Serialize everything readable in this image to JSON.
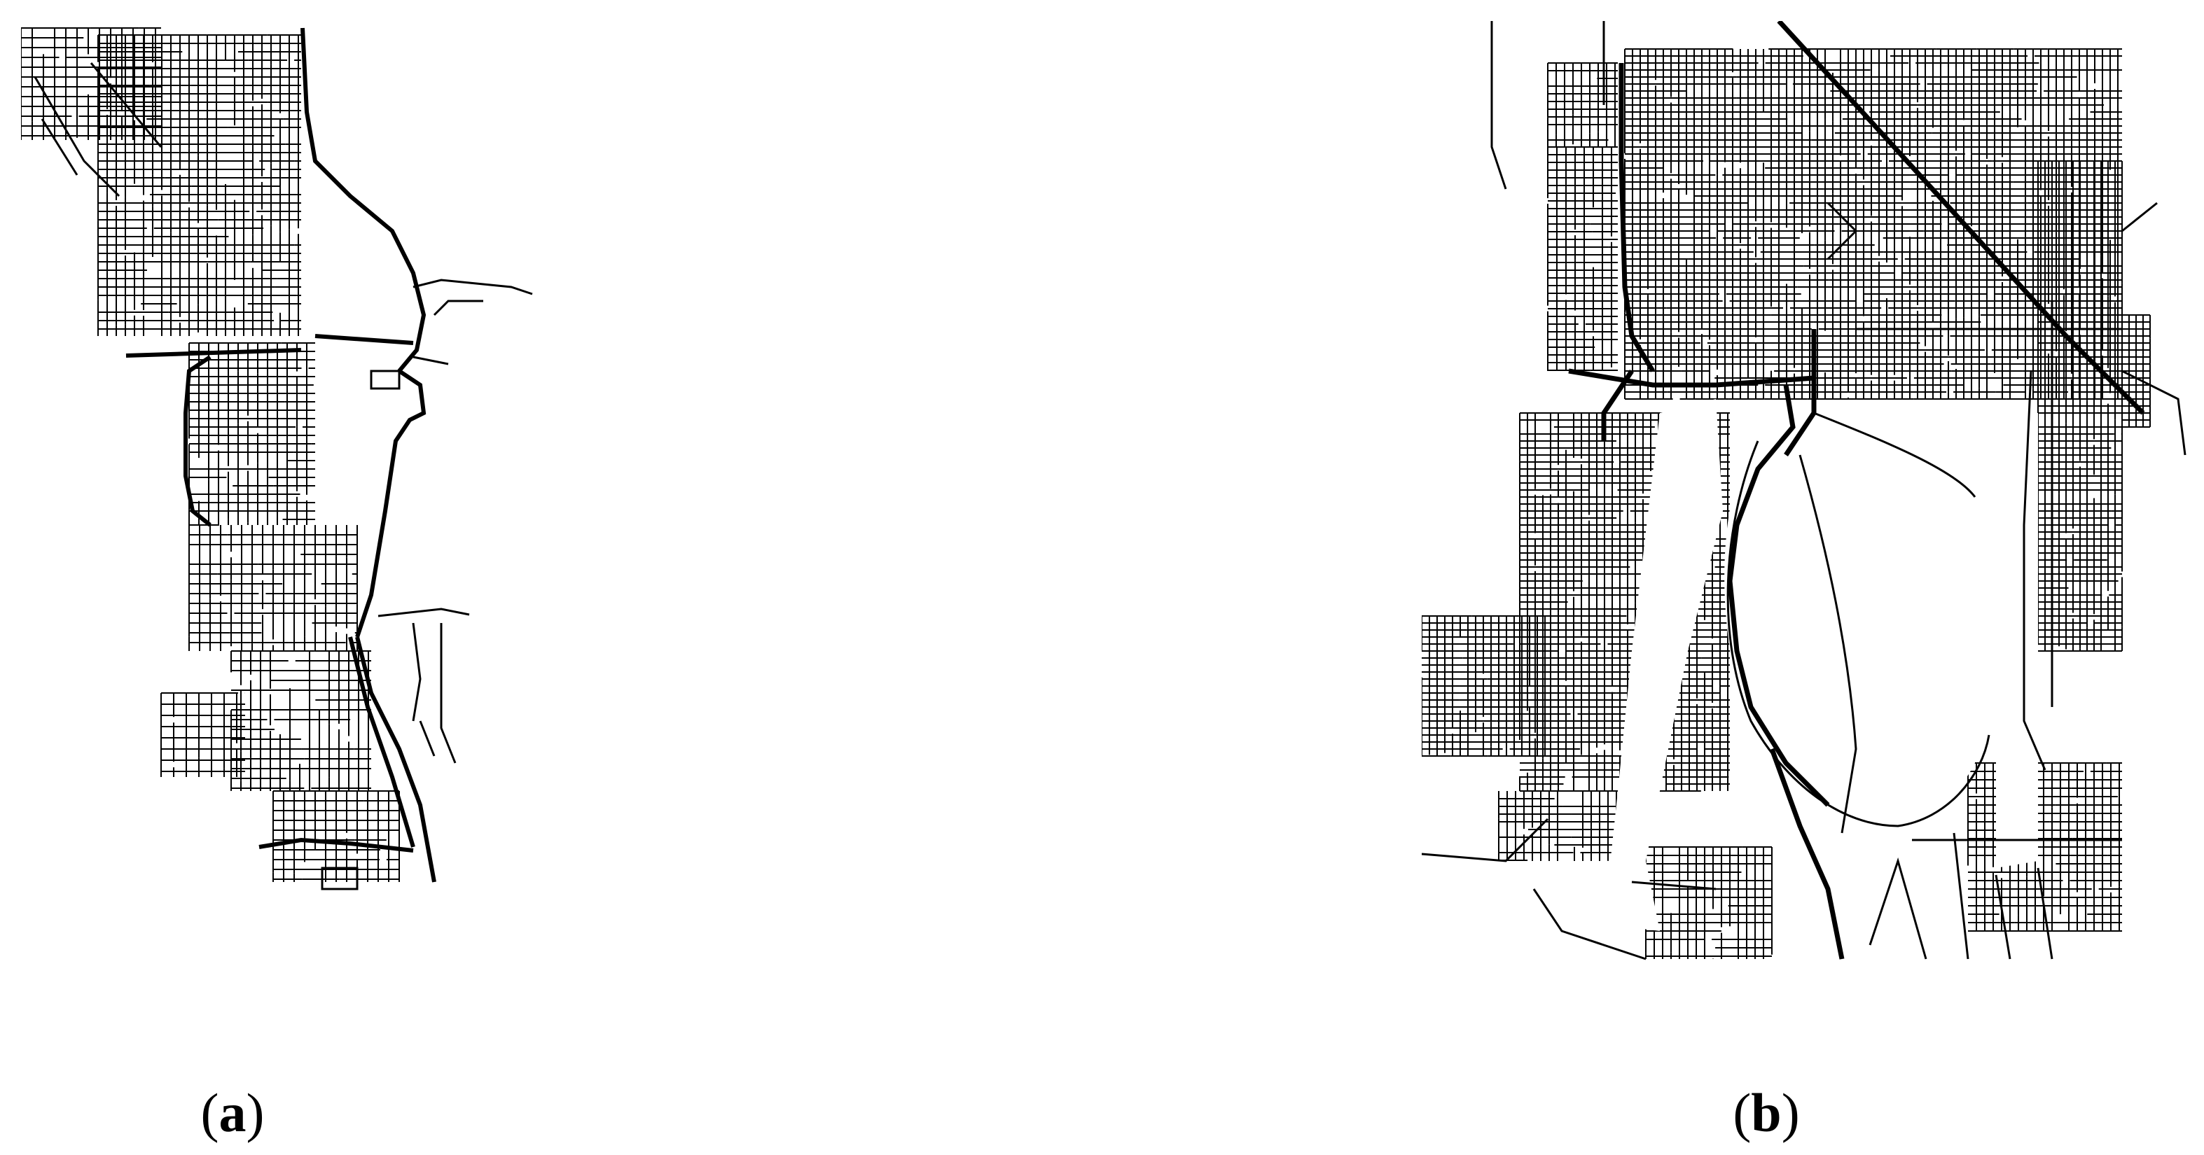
{
  "figure": {
    "panels": [
      {
        "id": "a",
        "label": "a",
        "open": "(",
        "close": ")"
      },
      {
        "id": "b",
        "label": "b",
        "open": "(",
        "close": ")"
      }
    ]
  },
  "style": {
    "road_color": "#000000",
    "background": "#ffffff"
  }
}
